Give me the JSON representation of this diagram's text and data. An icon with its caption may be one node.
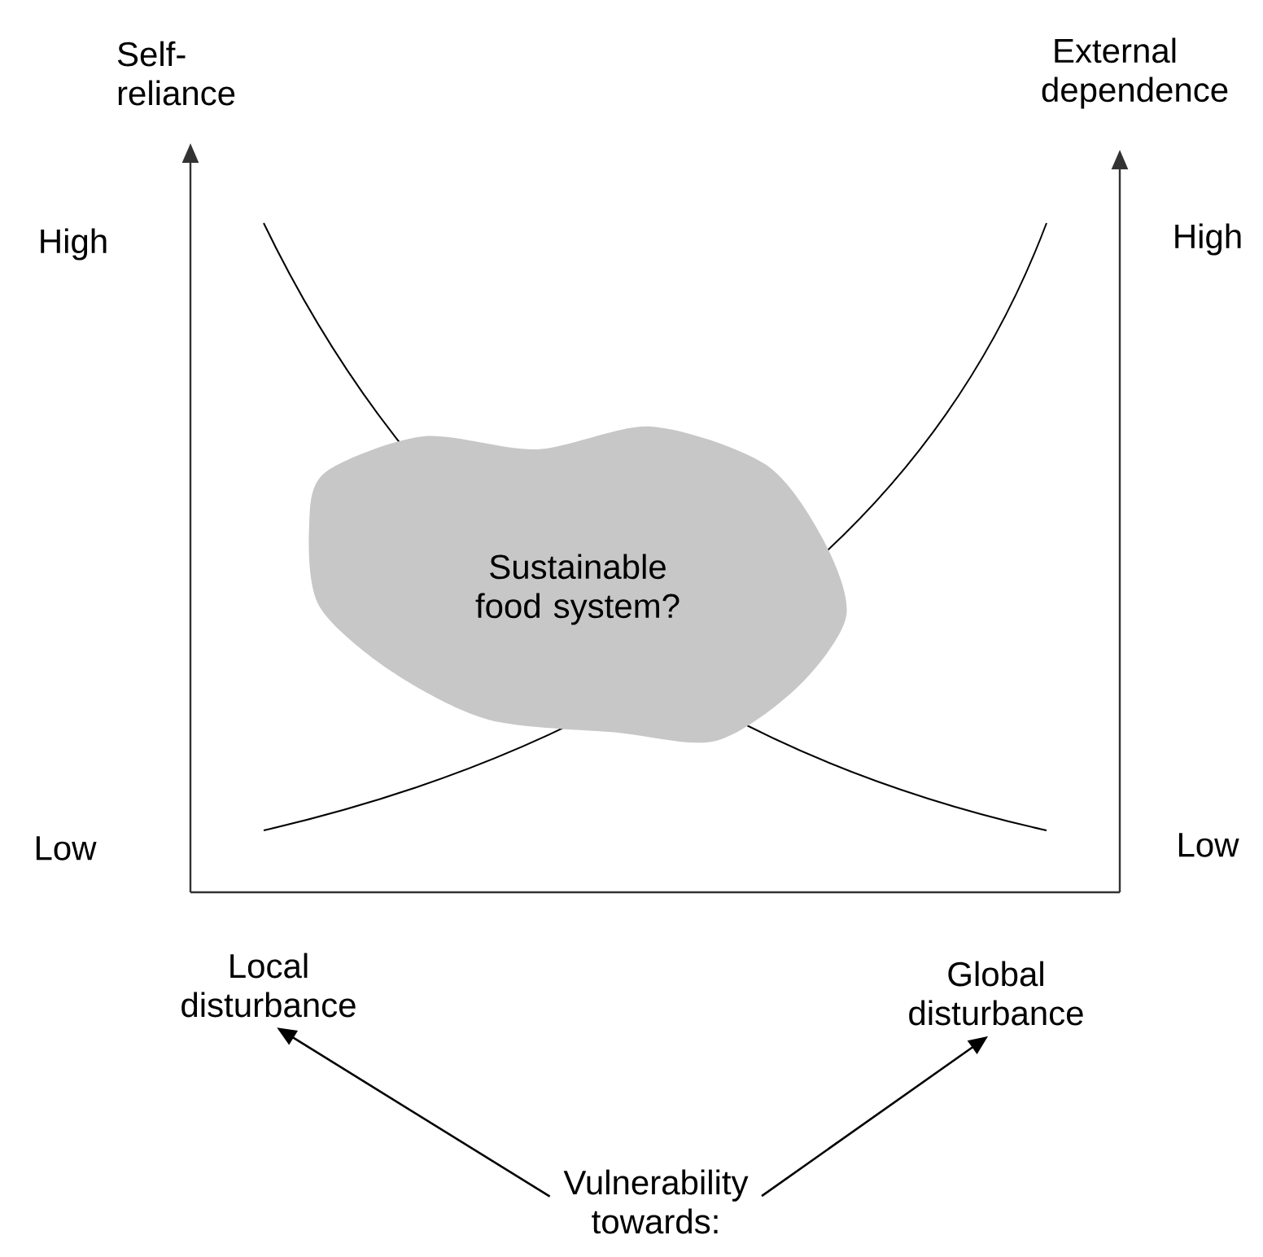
{
  "diagram": {
    "nodes": [
      {
        "text": [
          "Vulnerability towards:"
        ]
      },
      {
        "text": [
          "Local disturbance"
        ]
      },
      {
        "text": [
          "Global disturbance"
        ]
      },
      {
        "text": [
          "Sustainable food system?"
        ]
      }
    ],
    "edges": [
      {
        "from": 0,
        "to": 1,
        "arrow": "to"
      },
      {
        "from": 0,
        "to": 2,
        "arrow": "to"
      }
    ],
    "labels": [
      "Self-reliance",
      "External dependence",
      "High",
      "High",
      "Low",
      "Low"
    ]
  }
}
